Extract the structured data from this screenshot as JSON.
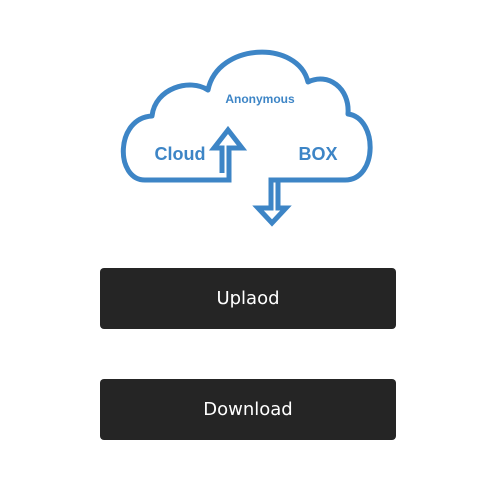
{
  "logo": {
    "top_text": "Anonymous",
    "left_text": "Cloud",
    "right_text": "BOX",
    "accent_color": "#3d85c6"
  },
  "actions": {
    "upload_label": "Uplaod",
    "download_label": "Download"
  }
}
